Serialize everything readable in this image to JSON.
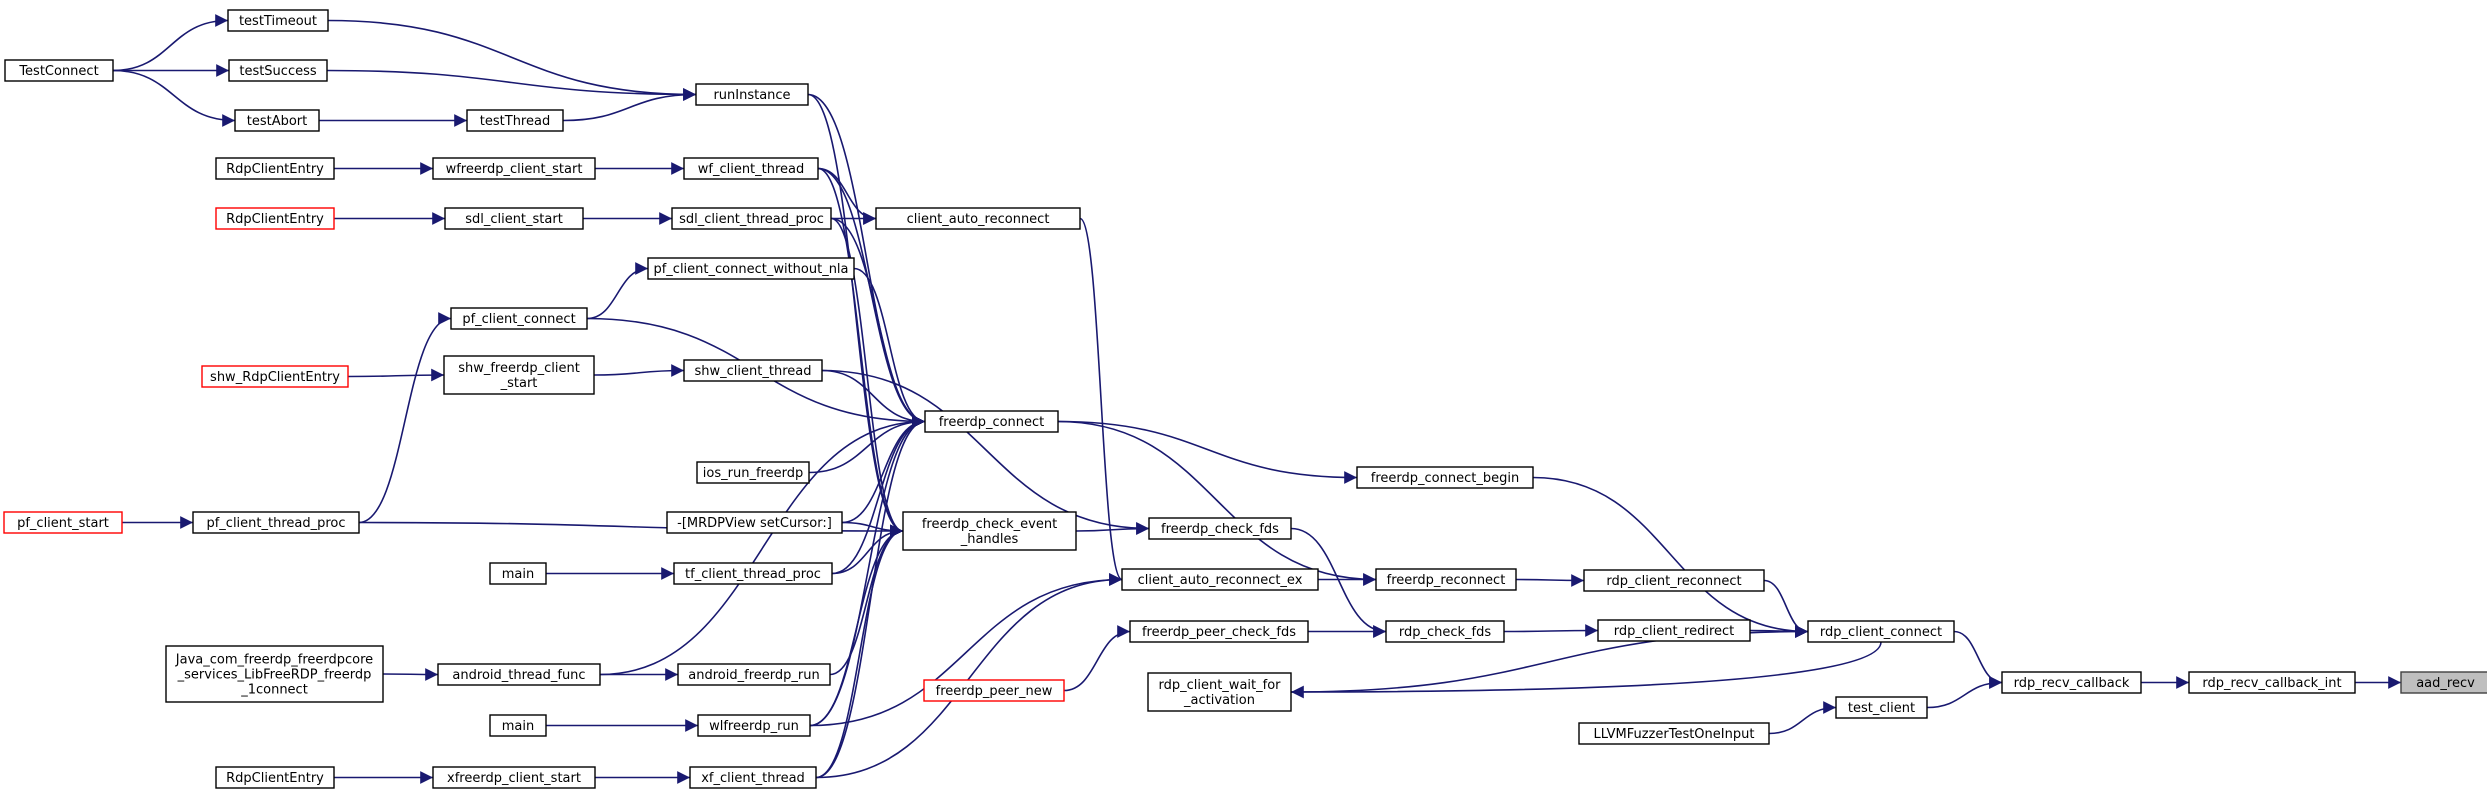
{
  "nodes": {
    "aad_recv": "aad_recv",
    "rdp_recv_callback_int": "rdp_recv_callback_int",
    "rdp_recv_callback": "rdp_recv_callback",
    "rdp_client_connect": "rdp_client_connect",
    "test_client": "test_client",
    "llvm_fuzzer": "LLVMFuzzerTestOneInput",
    "rdp_client_reconnect": "rdp_client_reconnect",
    "rdp_client_redirect": "rdp_client_redirect",
    "rdp_client_wait_for_activation": [
      "rdp_client_wait_for",
      "_activation"
    ],
    "freerdp_connect_begin": "freerdp_connect_begin",
    "freerdp_reconnect": "freerdp_reconnect",
    "rdp_check_fds": "rdp_check_fds",
    "freerdp_check_fds": "freerdp_check_fds",
    "client_auto_reconnect_ex": "client_auto_reconnect_ex",
    "freerdp_peer_check_fds": "freerdp_peer_check_fds",
    "freerdp_peer_new": "freerdp_peer_new",
    "freerdp_connect": "freerdp_connect",
    "freerdp_check_event_handles": [
      "freerdp_check_event",
      "_handles"
    ],
    "client_auto_reconnect": "client_auto_reconnect",
    "runInstance": "runInstance",
    "wf_client_thread": "wf_client_thread",
    "sdl_client_thread_proc": "sdl_client_thread_proc",
    "pf_client_connect_without_nla": "pf_client_connect_without_nla",
    "shw_client_thread": "shw_client_thread",
    "ios_run_freerdp": "ios_run_freerdp",
    "mrdpview_setcursor": "-[MRDPView setCursor:]",
    "tf_client_thread_proc": "tf_client_thread_proc",
    "android_freerdp_run": "android_freerdp_run",
    "wlfreerdp_run": "wlfreerdp_run",
    "xf_client_thread": "xf_client_thread",
    "testTimeout": "testTimeout",
    "testSuccess": "testSuccess",
    "testAbort": "testAbort",
    "testThread": "testThread",
    "TestConnect": "TestConnect",
    "wfreerdp_client_start": "wfreerdp_client_start",
    "sdl_client_start": "sdl_client_start",
    "pf_client_connect": "pf_client_connect",
    "shw_freerdp_client_start": [
      "shw_freerdp_client",
      "_start"
    ],
    "pf_client_thread_proc": "pf_client_thread_proc",
    "android_thread_func": "android_thread_func",
    "main_tf": "main",
    "main_wl": "main",
    "xfreerdp_client_start": "xfreerdp_client_start",
    "rdpclient_wf": "RdpClientEntry",
    "rdpclient_sdl": "RdpClientEntry",
    "rdpclient_xf": "RdpClientEntry",
    "shw_rdpclient": "shw_RdpClientEntry",
    "pf_client_start": "pf_client_start",
    "java_connect": [
      "Java_com_freerdp_freerdpcore",
      "_services_LibFreeRDP_freerdp",
      "_1connect"
    ]
  },
  "colors": {
    "edge": "#191970",
    "border": "#000000",
    "highlight_border": "#ff0000",
    "target_fill": "#bfbfbf"
  }
}
